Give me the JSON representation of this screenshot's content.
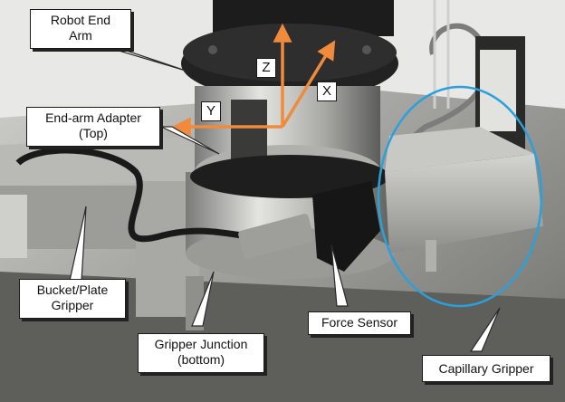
{
  "labels": {
    "robot_end_arm": "Robot End\nArm",
    "end_arm_adapter": "End-arm Adapter\n(Top)",
    "bucket_plate_gripper": "Bucket/Plate\nGripper",
    "gripper_junction": "Gripper Junction\n(bottom)",
    "force_sensor": "Force Sensor",
    "capillary_gripper": "Capillary Gripper"
  },
  "axes": {
    "x": "X",
    "y": "Y",
    "z": "Z"
  },
  "colors": {
    "axis_arrow": "#f08a3c",
    "ellipse": "#2aa0dc"
  }
}
